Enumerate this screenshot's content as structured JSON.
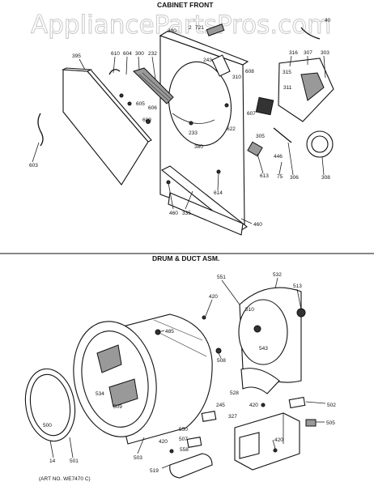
{
  "watermark": "AppliancePartsPros.com",
  "sections": {
    "cabinet_front": "CABINET FRONT",
    "drum_duct": "DRUM & DUCT ASM."
  },
  "art_number": "(ART NO. WE7470 C)",
  "callouts": {
    "top": [
      "395",
      "610",
      "604",
      "300",
      "232",
      "605",
      "606",
      "609",
      "603",
      "233",
      "380",
      "622",
      "614",
      "460",
      "335",
      "460",
      "380",
      "2",
      "721",
      "243",
      "310",
      "608",
      "607",
      "316",
      "307",
      "303",
      "315",
      "311",
      "305",
      "446",
      "613",
      "75",
      "306",
      "308",
      "40"
    ],
    "bottom": [
      "551",
      "532",
      "513",
      "420",
      "510",
      "485",
      "543",
      "508",
      "534",
      "509",
      "528",
      "420",
      "502",
      "245",
      "327",
      "505",
      "500",
      "14",
      "501",
      "503",
      "550",
      "507",
      "420",
      "558",
      "420",
      "519"
    ]
  }
}
